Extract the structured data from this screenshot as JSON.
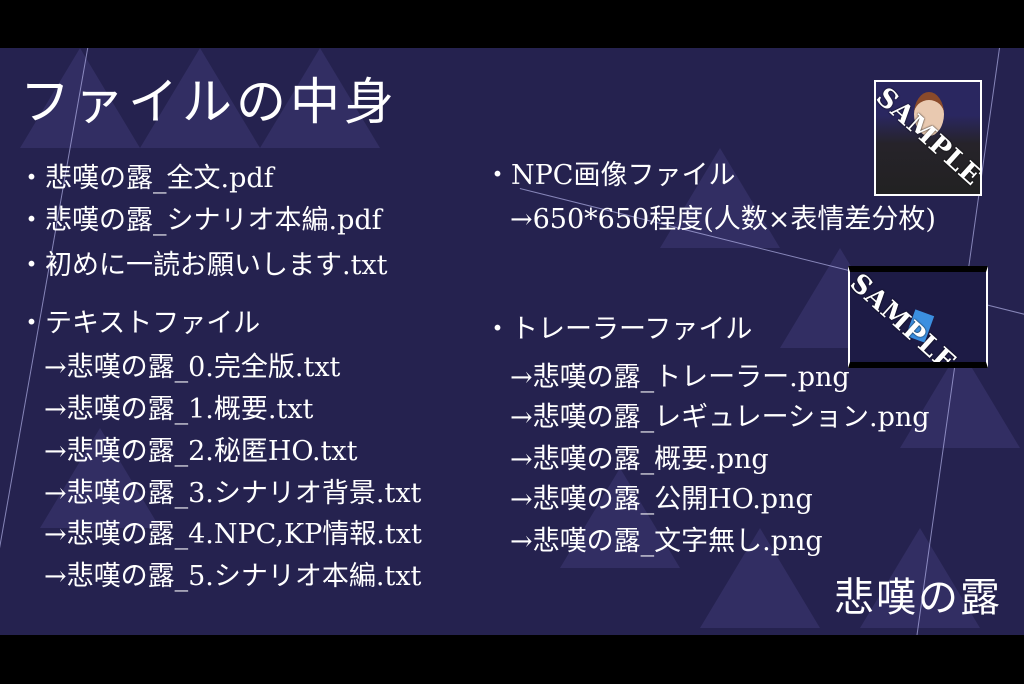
{
  "title": "ファイルの中身",
  "left_items": [
    "・悲嘆の露_全文.pdf",
    "・悲嘆の露_シナリオ本編.pdf",
    "・初めに一読お願いします.txt",
    "・テキストファイル",
    "→悲嘆の露_0.完全版.txt",
    "→悲嘆の露_1.概要.txt",
    "→悲嘆の露_2.秘匿HO.txt",
    "→悲嘆の露_3.シナリオ背景.txt",
    "→悲嘆の露_4.NPC,KP情報.txt",
    "→悲嘆の露_5.シナリオ本編.txt"
  ],
  "right_items": [
    "・NPC画像ファイル",
    "→650*650程度(人数×表情差分枚)",
    "・トレーラーファイル",
    "→悲嘆の露_トレーラー.png",
    "→悲嘆の露_レギュレーション.png",
    "→悲嘆の露_概要.png",
    "→悲嘆の露_公開HO.png",
    "→悲嘆の露_文字無し.png"
  ],
  "sample_watermark": "SAMPLE",
  "logo": "悲嘆の露",
  "colors": {
    "background": "#25224f",
    "text": "#ffffff",
    "letterbox": "#000000"
  }
}
